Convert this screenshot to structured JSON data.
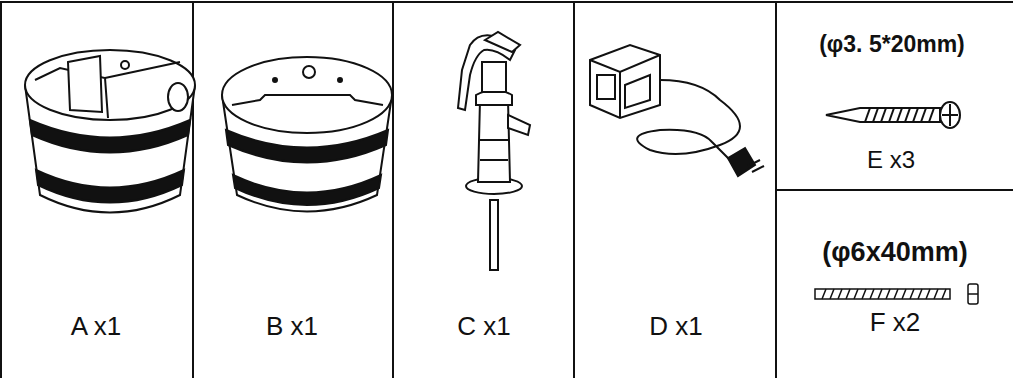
{
  "diagram": {
    "labels": [
      "A x1",
      "B x1",
      "C x1",
      "D x1",
      "(φ3. 5*20mm)",
      "E x3",
      "(φ6x40mm)",
      "F x2"
    ]
  }
}
